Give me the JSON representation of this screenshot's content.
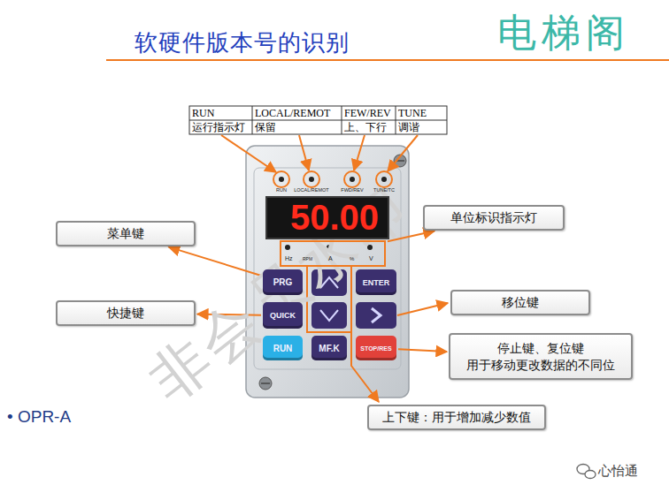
{
  "diagram": {
    "title": "软硬件版本号的识别",
    "nodes": [
      {
        "text": [
          "50.00"
        ]
      },
      {
        "text": [
          "单位标识指示灯"
        ]
      },
      {
        "text": [
          "菜单键"
        ]
      },
      {
        "text": [
          "Hz",
          "RPM",
          "A",
          "%",
          "V"
        ]
      },
      {
        "text": [
          "PRG"
        ]
      },
      {
        "text": [
          "ENTER"
        ]
      },
      {
        "text": [
          "移位键"
        ]
      },
      {
        "text": [
          "快捷键"
        ]
      },
      {
        "text": [
          "QUICK"
        ]
      },
      {
        "text": [
          "RUN"
        ]
      },
      {
        "text": [
          "MF.K"
        ]
      },
      {
        "text": [
          "STOP/RES"
        ]
      },
      {
        "text": [
          "停止键、复位键 用于移动更改数据的不同位"
        ]
      },
      {
        "text": [
          "上下键：用于增加减少数值"
        ]
      }
    ],
    "edges": [
      {
        "from": 3,
        "to": 1,
        "arrow": "to"
      },
      {
        "from": 4,
        "to": 2,
        "arrow": "to"
      },
      {
        "from": 8,
        "to": 7,
        "arrow": "to"
      },
      {
        "from": 11,
        "to": 12,
        "arrow": "to"
      }
    ],
    "labels": [
      "电梯阁",
      "RUN",
      "LOCAL/REMOT",
      "FEW/REV",
      "TUNE",
      "运行指示灯",
      "保留",
      "上、下行",
      "调谐",
      "RUN",
      "LOCAL/REMOT",
      "FWD/REV",
      "TUNE/TC",
      "• OPR-A",
      "心怡通",
      "非会员水印"
    ]
  }
}
